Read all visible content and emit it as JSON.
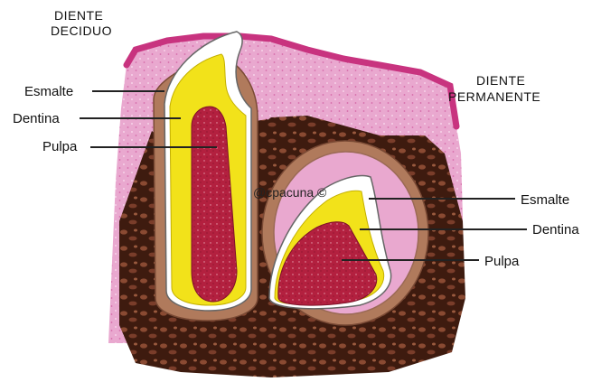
{
  "titles": {
    "deciduous_line1": "DIENTE",
    "deciduous_line2": "DECIDUO",
    "permanent_line1": "DIENTE",
    "permanent_line2": "PERMANENTE"
  },
  "deciduous_labels": {
    "enamel": "Esmalte",
    "dentin": "Dentina",
    "pulp": "Pulpa"
  },
  "permanent_labels": {
    "enamel": "Esmalte",
    "dentin": "Dentina",
    "pulp": "Pulpa"
  },
  "watermark": "@cpacuna ©",
  "colors": {
    "gum": "#e9a8cf",
    "gum_edge": "#c8337f",
    "bone": "#3e1b0f",
    "follicle": "#b07a5c",
    "enamel": "#ffffff",
    "dentin": "#f2e21a",
    "pulp": "#b3203f"
  }
}
